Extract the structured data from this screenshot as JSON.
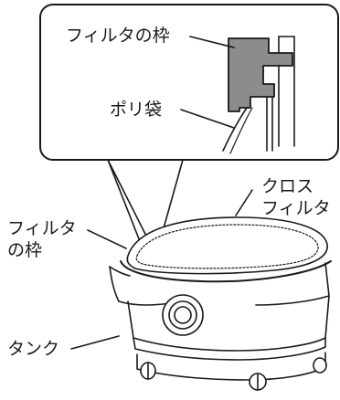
{
  "labels": {
    "filter_frame_detail": "フィルタの枠",
    "plastic_bag": "ポリ袋",
    "cloth_filter_line1": "クロス",
    "cloth_filter_line2": "フィルタ",
    "filter_frame_line1": "フィルタ",
    "filter_frame_line2": "の枠",
    "tank": "タンク"
  },
  "colors": {
    "stroke": "#1a1a1a",
    "frame_gray": "#8c8c8c",
    "background": "#ffffff"
  }
}
